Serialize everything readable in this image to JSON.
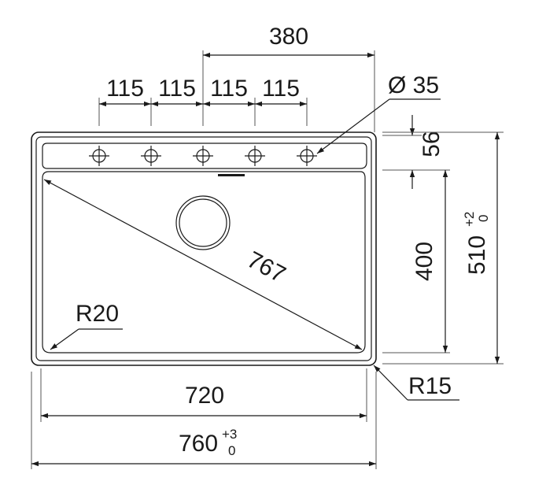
{
  "drawing": {
    "dimensions": {
      "tap_span": "380",
      "hole_spacing": [
        "115",
        "115",
        "115",
        "115"
      ],
      "hole_diameter": "Ø 35",
      "deck_depth": "56",
      "basin_depth": "400",
      "overall_depth": "510",
      "overall_depth_tol_upper": "+2",
      "overall_depth_tol_lower": "0",
      "diagonal": "767",
      "inner_radius": "R20",
      "outer_radius": "R15",
      "basin_width": "720",
      "overall_width": "760",
      "overall_width_tol_upper": "+3",
      "overall_width_tol_lower": "0"
    },
    "tap_holes_count": 5
  }
}
